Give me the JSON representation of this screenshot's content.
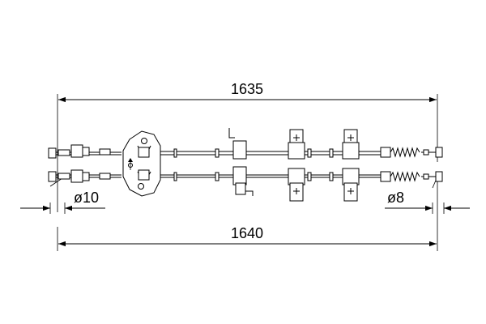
{
  "dimensions": {
    "top_length": "1635",
    "bottom_length": "1640",
    "left_diameter": "ø10",
    "right_diameter": "ø8"
  },
  "colors": {
    "line": "#000000",
    "background": "#ffffff"
  }
}
